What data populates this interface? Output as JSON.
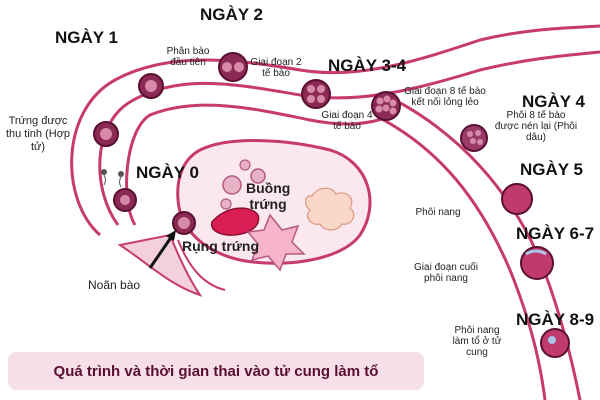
{
  "days": {
    "day1": "NGÀY 1",
    "day2": "NGÀY 2",
    "day34": "NGÀY 3-4",
    "day4": "NGÀY 4",
    "day0": "NGÀY 0",
    "day5": "NGÀY 5",
    "day67": "NGÀY 6-7",
    "day89": "NGÀY 8-9"
  },
  "labels": {
    "fertilized_egg": "Trứng được thụ tinh (Hợp tử)",
    "first_division": "Phân bào đầu tiên",
    "two_cell": "Giai đoạn 2 tế bào",
    "four_cell": "Giai đoạn 4 tế bào",
    "eight_cell": "Giai đoạn 8 tế bào kết nối lỏng lẻo",
    "morula": "Phôi 8 tế bào được nén lại (Phôi dâu)",
    "ovary": "Buồng trứng",
    "ovulation": "Rụng trứng",
    "oocyte": "Noãn bào",
    "blastocyst": "Phôi nang",
    "late_blastocyst": "Giai đoạn cuối phôi nang",
    "implantation": "Phôi nang làm tổ ở tử cung"
  },
  "caption": "Quá trình và thời gian thai vào tử cung làm tổ",
  "colors": {
    "tube": "#c73a6e",
    "tube_fill": "#f3d0dc",
    "cell": "#8a2a55",
    "cell_inner": "#d78aa8",
    "caption_bg": "#f6dfe8",
    "caption_text": "#5a1030"
  }
}
